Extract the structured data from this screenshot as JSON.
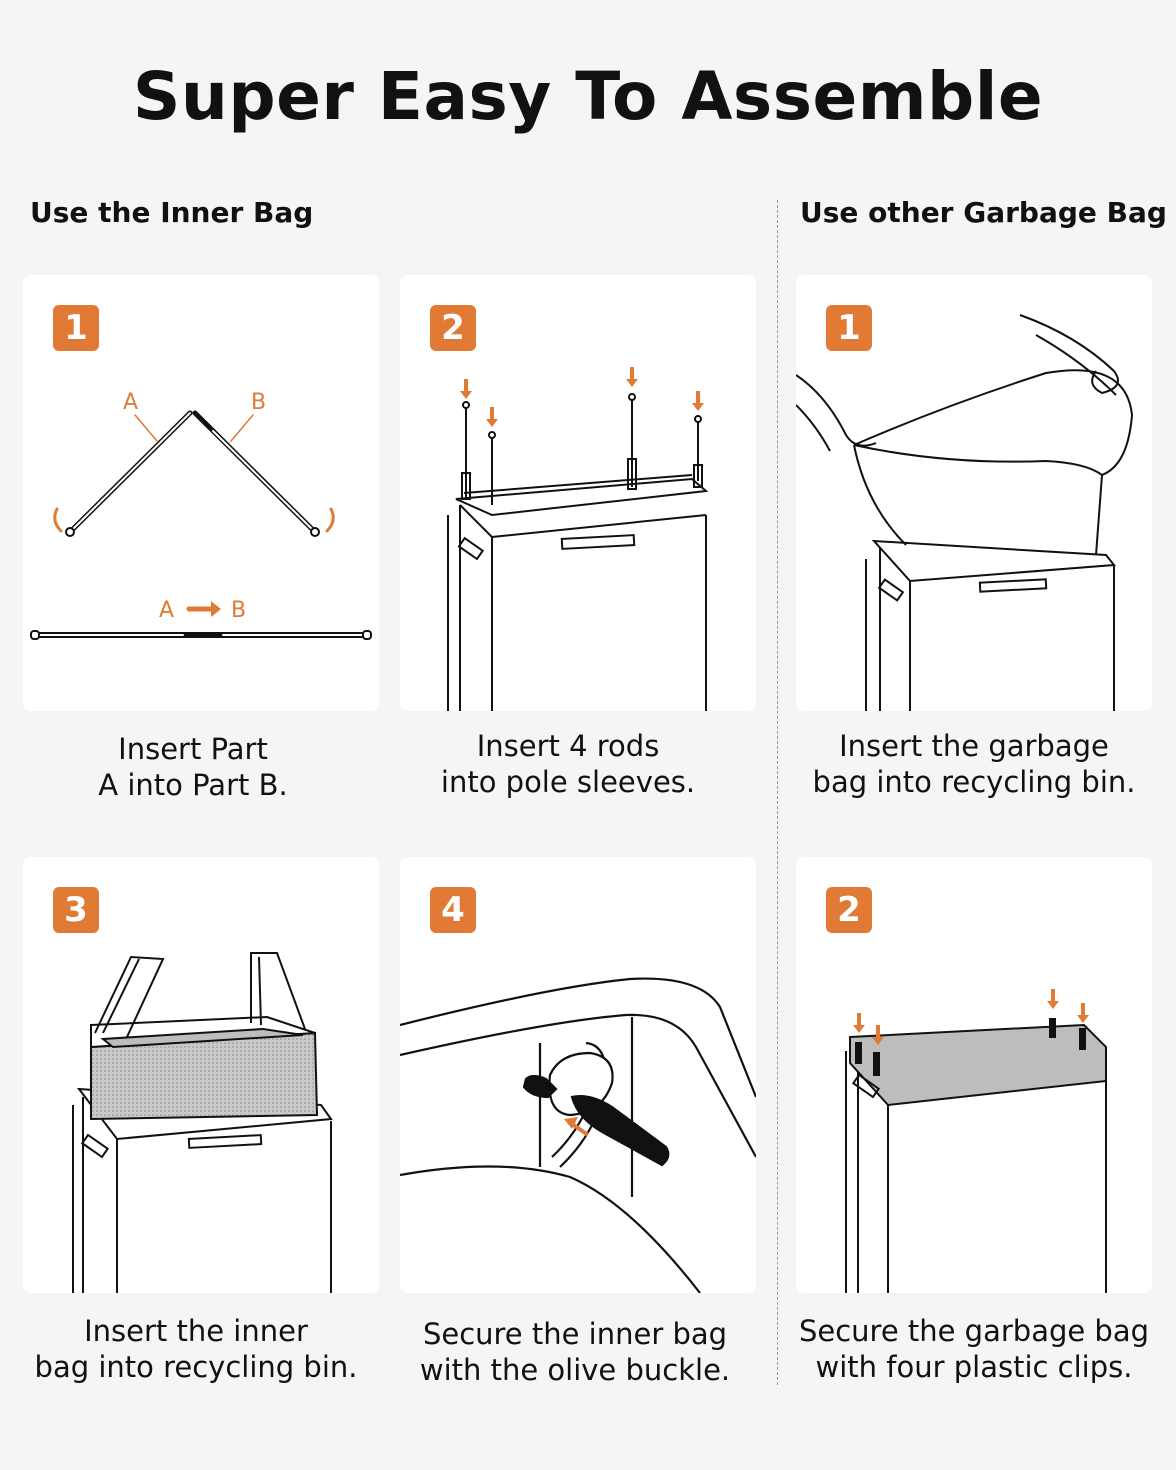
{
  "title": "Super Easy To Assemble",
  "sections": {
    "inner_bag": "Use the Inner Bag",
    "garbage_bag": "Use other Garbage Bag"
  },
  "accent_color": "#e07a35",
  "steps": {
    "inner_1": {
      "number": "1",
      "caption_line1": "Insert Part",
      "caption_line2": "A into Part B.",
      "label_a": "A",
      "label_b": "B"
    },
    "inner_2": {
      "number": "2",
      "caption_line1": "Insert 4 rods",
      "caption_line2": "into pole sleeves."
    },
    "inner_3": {
      "number": "3",
      "caption_line1": "Insert the inner",
      "caption_line2": "bag into recycling bin."
    },
    "inner_4": {
      "number": "4",
      "caption_line1": "Secure the inner bag",
      "caption_line2": "with the olive buckle."
    },
    "garbage_1": {
      "number": "1",
      "caption_line1": "Insert the garbage",
      "caption_line2": "bag into recycling bin."
    },
    "garbage_2": {
      "number": "2",
      "caption_line1": "Secure the garbage bag",
      "caption_line2": "with four plastic clips."
    }
  }
}
